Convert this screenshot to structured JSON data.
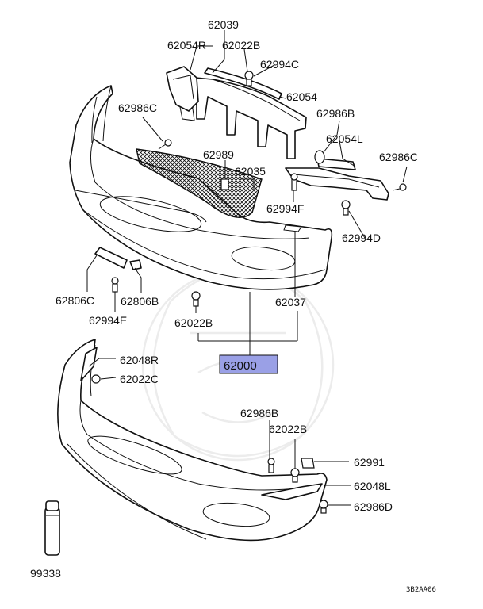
{
  "diagram": {
    "highlight_color": "#9aa0e6",
    "labels": {
      "l62039": "62039",
      "l62054R": "62054R",
      "l62022B_top": "62022B",
      "l62994C": "62994C",
      "l62054": "62054",
      "l62986C_left": "62986C",
      "l62986B_top": "62986B",
      "l62989": "62989",
      "l62054L": "62054L",
      "l62986C_right": "62986C",
      "l62035": "62035",
      "l62994F": "62994F",
      "l62994D": "62994D",
      "l62806C": "62806C",
      "l62806B": "62806B",
      "l62994E": "62994E",
      "l62037": "62037",
      "l62022B_mid": "62022B",
      "l62000": "62000",
      "l62048R": "62048R",
      "l62022C": "62022C",
      "l62986B_low": "62986B",
      "l62022B_low": "62022B",
      "l62991": "62991",
      "l62048L": "62048L",
      "l62986D": "62986D",
      "l99338": "99338"
    },
    "code": "3B2AA06"
  }
}
